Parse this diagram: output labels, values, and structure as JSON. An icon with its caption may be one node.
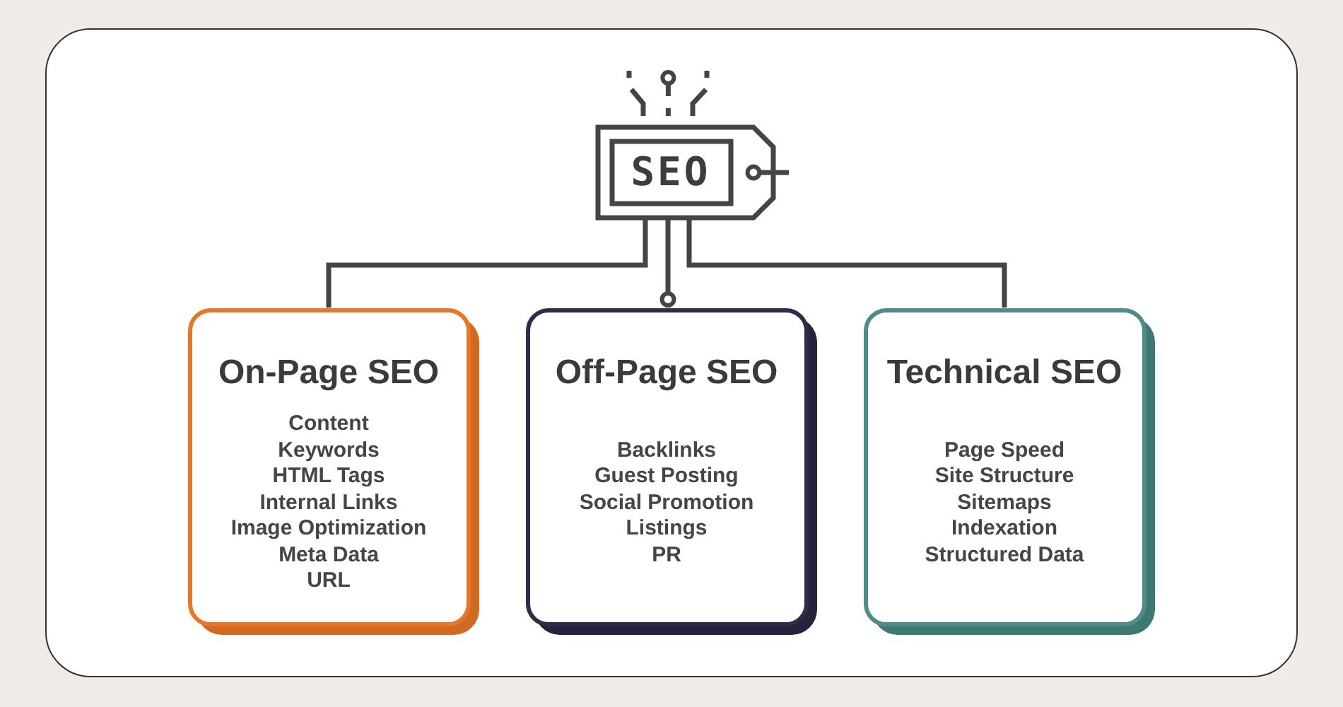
{
  "diagram": {
    "nodes": [
      {
        "text": [
          "SEO"
        ]
      },
      {
        "text": [
          "On-Page SEO",
          "Content",
          "Keywords",
          "HTML Tags",
          "Internal Links",
          "Image Optimization",
          "Meta Data",
          "URL"
        ]
      },
      {
        "text": [
          "Off-Page SEO",
          "Backlinks",
          "Guest Posting",
          "Social Promotion",
          "Listings",
          "PR"
        ]
      },
      {
        "text": [
          "Technical SEO",
          "Page Speed",
          "Site Structure",
          "Sitemaps",
          "Indexation",
          "Structured Data"
        ]
      }
    ],
    "edges": [
      {
        "from": 0,
        "to": 1,
        "arrow": "none"
      },
      {
        "from": 0,
        "to": 2,
        "arrow": "other"
      },
      {
        "from": 0,
        "to": 3,
        "arrow": "none"
      }
    ]
  }
}
